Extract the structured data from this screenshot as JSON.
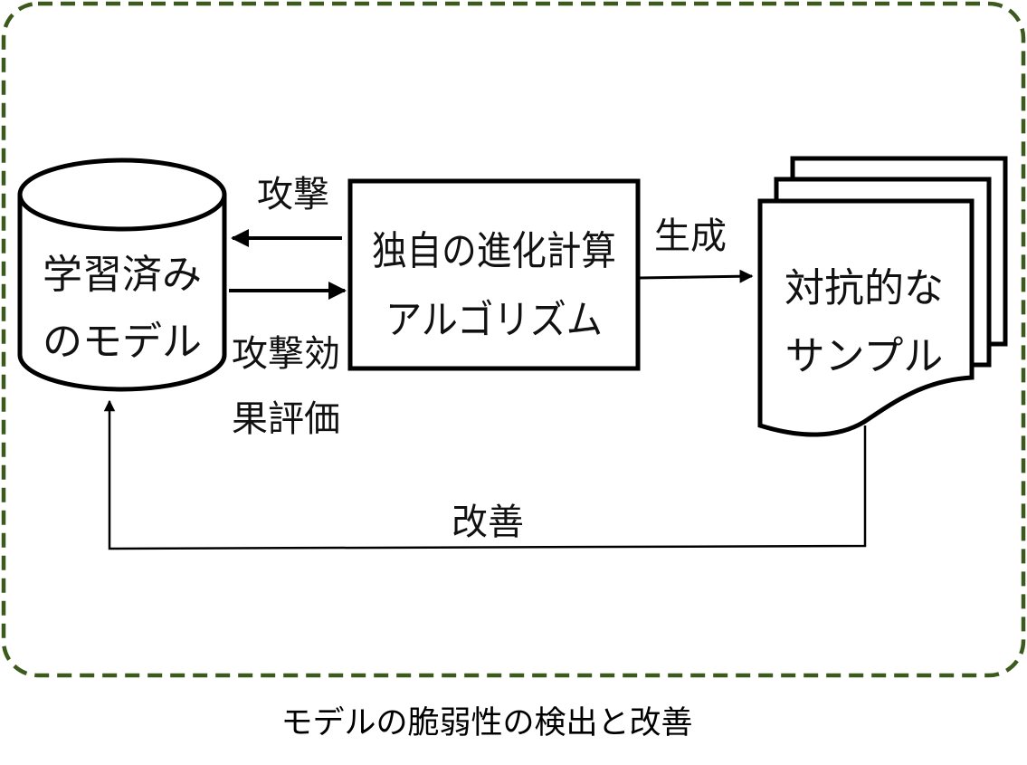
{
  "frame": {
    "border_color": "#3d5a1e"
  },
  "model_node": {
    "line1": "学習済み",
    "line2": "のモデル"
  },
  "algorithm_node": {
    "line1": "独自の進化計算",
    "line2": "アルゴリズム"
  },
  "samples_node": {
    "line1": "対抗的な",
    "line2": "サンプル"
  },
  "edges": {
    "attack": "攻撃",
    "evaluation_line1": "攻撃効",
    "evaluation_line2": "果評価",
    "generate": "生成",
    "improve": "改善"
  },
  "caption": "モデルの脆弱性の検出と改善"
}
